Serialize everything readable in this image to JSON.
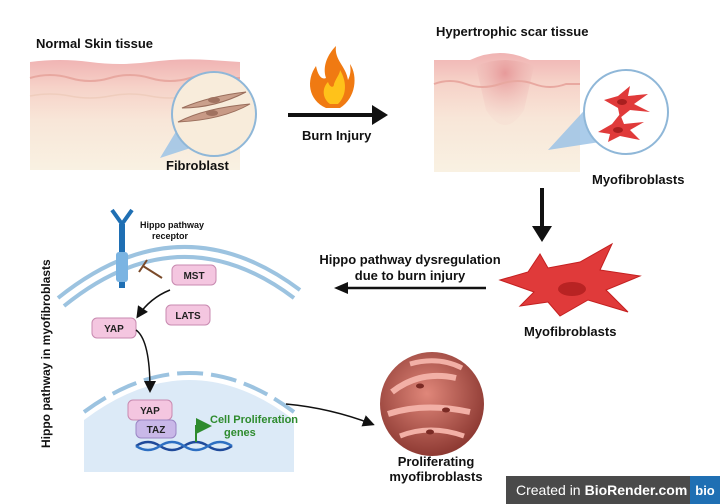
{
  "panels": {
    "normal_skin": {
      "title": "Normal Skin tissue",
      "cell_label": "Fibroblast"
    },
    "burn": {
      "label": "Burn Injury"
    },
    "scar": {
      "title": "Hypertrophic scar tissue",
      "cell_label": "Myofibroblasts"
    },
    "myofibroblast": {
      "label": "Myofibroblasts"
    },
    "dysregulation": {
      "line1": "Hippo pathway dysregulation",
      "line2": "due to burn injury"
    },
    "pathway": {
      "side_title": "Hippo pathway in myofibroblasts",
      "receptor_line1": "Hippo pathway",
      "receptor_line2": "receptor",
      "proteins": {
        "mst": "MST",
        "lats": "LATS",
        "yap_cyto": "YAP",
        "yap_nuc": "YAP",
        "taz": "TAZ"
      },
      "genes_line1": "Cell Proliferation",
      "genes_line2": "genes"
    },
    "proliferating": {
      "line1": "Proliferating",
      "line2": "myofibroblasts"
    }
  },
  "credit": {
    "prefix": "Created in",
    "brand": "BioRender.com",
    "logo": "bio"
  },
  "colors": {
    "skin_top": "#f2b8b8",
    "skin_mid": "#f7e1d4",
    "dermis": "#f9efde",
    "membrane": "#9cc3e0",
    "nucleus_fill": "#dceaf7",
    "pill_pink": "#f4c6e0",
    "pill_border": "#c88ab0",
    "taz_purple": "#c9b8e8",
    "myofibroblast_red": "#e03a3a",
    "gene_green": "#2e8b2e",
    "badge_bg": "#4a4a4a",
    "logo_blue": "#1f6fb3"
  },
  "icons": [
    "flame-icon",
    "arrow-right-icon",
    "arrow-down-icon",
    "arrow-left-icon",
    "dna-icon",
    "receptor-icon",
    "inhibit-arrow-icon"
  ]
}
